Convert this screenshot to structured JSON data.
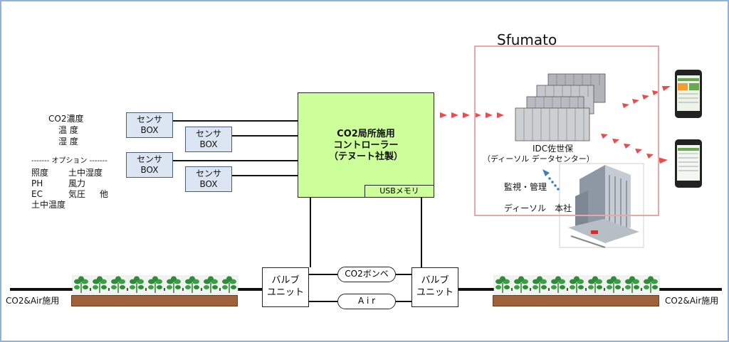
{
  "sensor_boxes": [
    {
      "line1": "センサ",
      "line2": "BOX"
    },
    {
      "line1": "センサ",
      "line2": "BOX"
    },
    {
      "line1": "センサ",
      "line2": "BOX"
    },
    {
      "line1": "センサ",
      "line2": "BOX"
    }
  ],
  "sensor_list": {
    "co2": "CO2濃度",
    "temp": "温 度",
    "humidity": "湿 度",
    "options_header": "------- オプション -------",
    "opt_row1_a": "照度",
    "opt_row1_b": "土中湿度",
    "opt_row2_a": "PH",
    "opt_row2_b": "風力",
    "opt_row3_a": "EC",
    "opt_row3_b": "気圧",
    "opt_row3_c": "他",
    "opt_row4": "土中温度"
  },
  "controller": {
    "line1": "CO2局所施用",
    "line2": "コントローラー",
    "line3": "（テヌート社製）",
    "usb": "USBメモリ"
  },
  "valves": {
    "left_line1": "バルブ",
    "left_line2": "ユニット",
    "right_line1": "バルブ",
    "right_line2": "ユニット"
  },
  "gas_lines": {
    "co2": "CO2ボンベ",
    "air": "A i r"
  },
  "field_labels": {
    "left": "CO2&Air施用",
    "right": "CO2&Air施用"
  },
  "cloud": {
    "title": "Sfumato",
    "idc_line1": "IDC佐世保",
    "idc_line2": "（ディーソル データセンター）",
    "monitor": "監視・管理",
    "hq": "ディーソル　本社"
  },
  "colors": {
    "controller": "#ccff99",
    "sensor": "#dce6f2",
    "arrow": "#e84c4c",
    "soil": "#a0623a",
    "frame": "#e8a8a8",
    "monitor_arrow": "#3a7fc1"
  }
}
